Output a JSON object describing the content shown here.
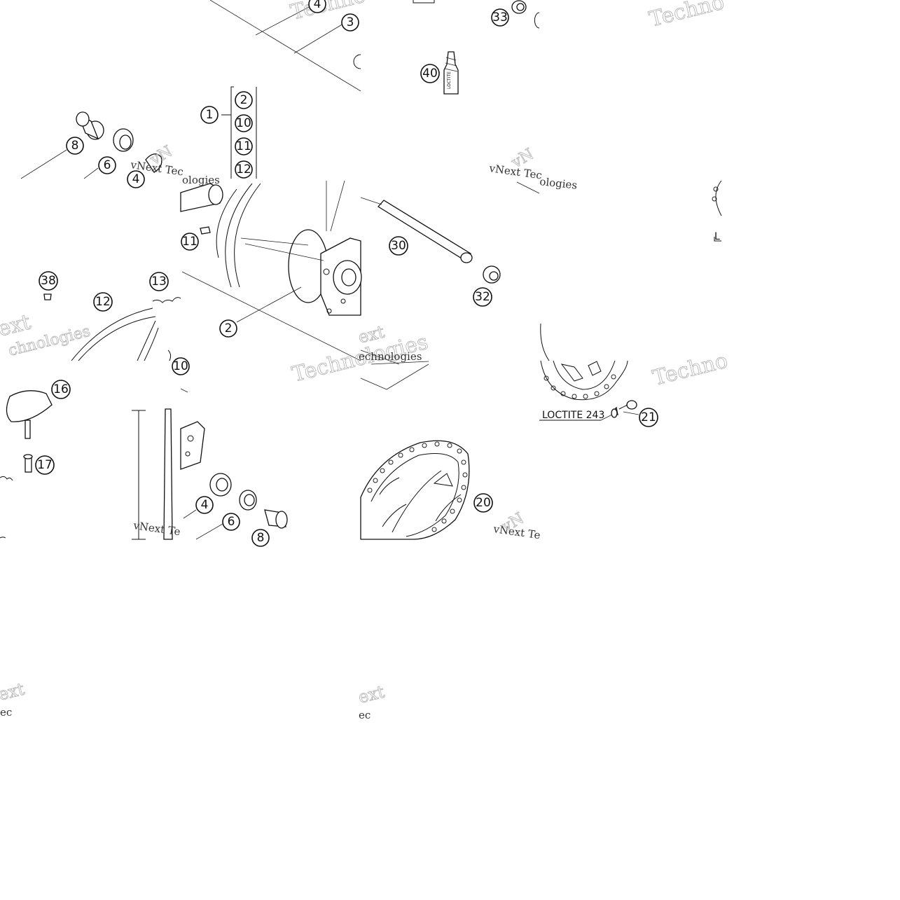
{
  "callouts": [
    {
      "n": "4"
    },
    {
      "n": "3"
    },
    {
      "n": "33"
    },
    {
      "n": "40"
    },
    {
      "n": "1"
    },
    {
      "n": "2"
    },
    {
      "n": "10"
    },
    {
      "n": "11"
    },
    {
      "n": "12"
    },
    {
      "n": "8"
    },
    {
      "n": "6"
    },
    {
      "n": "4"
    },
    {
      "n": "11"
    },
    {
      "n": "30"
    },
    {
      "n": "32"
    },
    {
      "n": "2"
    },
    {
      "n": "38"
    },
    {
      "n": "12"
    },
    {
      "n": "13"
    },
    {
      "n": "16"
    },
    {
      "n": "17"
    },
    {
      "n": "21"
    },
    {
      "n": "20"
    },
    {
      "n": "4"
    },
    {
      "n": "6"
    },
    {
      "n": "8"
    },
    {
      "n": "10"
    }
  ],
  "labels": {
    "loctite_243": "LOCTITE 243",
    "loctite_tube": "LOCTITE",
    "partial_l": "L"
  },
  "watermarks": {
    "vnext_tec": "vNext Tec",
    "vnext_te": "vNext Te",
    "technologies": "Technologies",
    "techno": "Techno",
    "echnologies": "echnologies",
    "chnologies": "chnologies",
    "ologies": "ologies",
    "ext": "ext",
    "vn": "vN",
    "ec": "ec"
  }
}
